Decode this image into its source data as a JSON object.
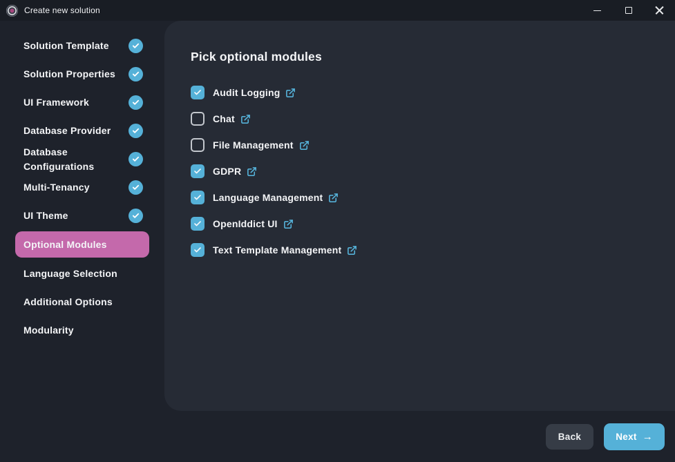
{
  "window": {
    "title": "Create new solution"
  },
  "sidebar": {
    "items": [
      {
        "label": "Solution Template",
        "status": "done"
      },
      {
        "label": "Solution Properties",
        "status": "done"
      },
      {
        "label": "UI Framework",
        "status": "done"
      },
      {
        "label": "Database Provider",
        "status": "done"
      },
      {
        "label": "Database Configurations",
        "status": "done"
      },
      {
        "label": "Multi-Tenancy",
        "status": "done"
      },
      {
        "label": "UI Theme",
        "status": "done"
      },
      {
        "label": "Optional Modules",
        "status": "active"
      },
      {
        "label": "Language Selection",
        "status": "pending"
      },
      {
        "label": "Additional Options",
        "status": "pending"
      },
      {
        "label": "Modularity",
        "status": "pending"
      }
    ]
  },
  "main": {
    "heading": "Pick optional modules",
    "modules": [
      {
        "label": "Audit Logging",
        "checked": true
      },
      {
        "label": "Chat",
        "checked": false
      },
      {
        "label": "File Management",
        "checked": false
      },
      {
        "label": "GDPR",
        "checked": true
      },
      {
        "label": "Language Management",
        "checked": true
      },
      {
        "label": "OpenIddict UI",
        "checked": true
      },
      {
        "label": "Text Template Management",
        "checked": true
      }
    ]
  },
  "footer": {
    "back_label": "Back",
    "next_label": "Next",
    "next_arrow": "→"
  },
  "colors": {
    "accent_blue": "#55b1d8",
    "active_pink": "#c469ab",
    "panel_bg": "#262b35",
    "window_bg": "#1e222b",
    "titlebar_bg": "#191d24"
  }
}
